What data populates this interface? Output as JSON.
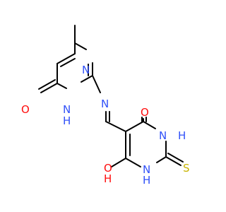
{
  "colors": {
    "background": "#ffffff",
    "bond": "#000000",
    "oxygen": "#ff0d0d",
    "nitrogen": "#3050f8",
    "sulfur": "#c8b400"
  },
  "atoms": {
    "o_top_pyrimidinone": "O",
    "nh_top_ring": "N",
    "h_top_ring": "H",
    "n_top_ring_upper": "N",
    "n_imine": "N",
    "o_right_upper": "O",
    "nh_right_upper": "N",
    "h_right_upper": "H",
    "s_thione": "S",
    "nh_right_lower": "N",
    "h_right_lower": "H",
    "o_left_lower": "O",
    "h_left_lower": "H"
  }
}
